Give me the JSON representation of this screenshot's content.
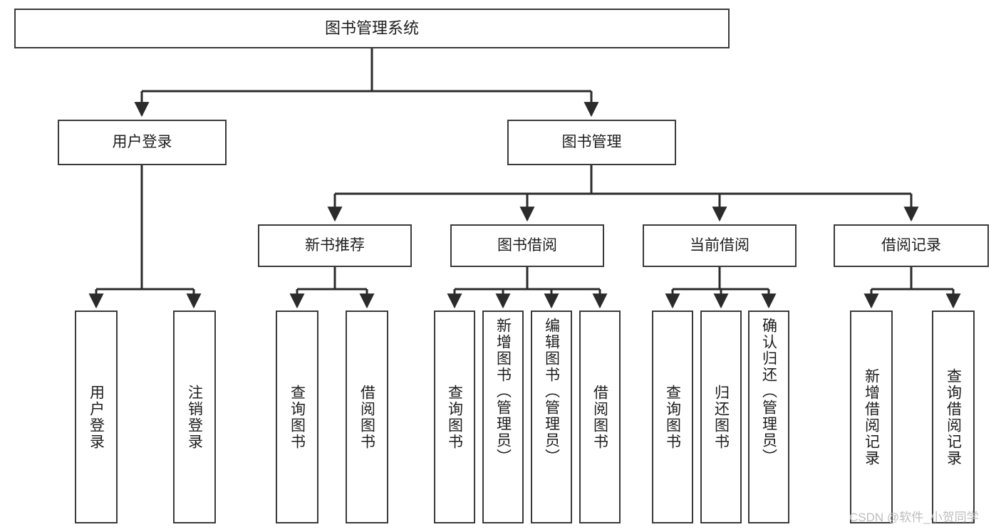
{
  "diagram": {
    "title": "图书管理系统",
    "type": "tree-hierarchy-chart",
    "orientation": "top-down",
    "colors": {
      "node_border": "#3a3a3a",
      "node_fill": "#ffffff",
      "connector": "#2b2b2b",
      "text": "#1d1d1d",
      "watermark": "#bdbdbd",
      "background": "#ffffff"
    },
    "root": {
      "label": "图书管理系统"
    },
    "level2": [
      {
        "label": "用户登录"
      },
      {
        "label": "图书管理"
      }
    ],
    "level3": [
      {
        "label": "新书推荐"
      },
      {
        "label": "图书借阅"
      },
      {
        "label": "当前借阅"
      },
      {
        "label": "借阅记录"
      }
    ],
    "leaves": {
      "user_login": [
        {
          "label": "用户登录"
        },
        {
          "label": "注销登录"
        }
      ],
      "new_book_recommend": [
        {
          "label": "查询图书"
        },
        {
          "label": "借阅图书"
        }
      ],
      "book_borrow": [
        {
          "label": "查询图书"
        },
        {
          "label": "新增图书（管理员）"
        },
        {
          "label": "编辑图书（管理员）"
        },
        {
          "label": "借阅图书"
        }
      ],
      "current_borrow": [
        {
          "label": "查询图书"
        },
        {
          "label": "归还图书"
        },
        {
          "label": "确认归还（管理员）"
        }
      ],
      "borrow_record": [
        {
          "label": "新增借阅记录"
        },
        {
          "label": "查询借阅记录"
        }
      ]
    },
    "watermark": "CSDN @软件_小贺同学"
  }
}
